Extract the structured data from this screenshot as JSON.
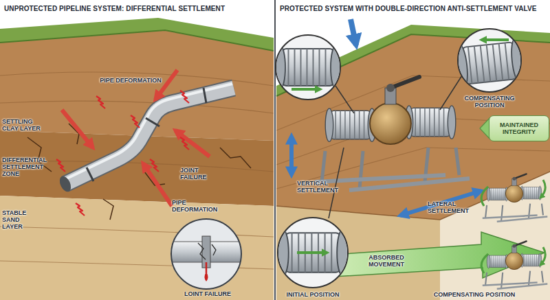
{
  "diagram": {
    "nodes": [
      {
        "text": [
          "UNPROTECTED PIPELINE SYSTEM: DIFFERENTIAL SETTLEMENT"
        ]
      },
      {
        "text": [
          "PROTECTED SYSTEM WITH DOUBLE-DIRECTION ANTI-SETTLEMENT VALVE"
        ]
      },
      {
        "text": [
          "LOINT FAILURE"
        ],
        "in": 0
      },
      {
        "text": [
          "MAINTAINED INTEGRITY"
        ],
        "in": 1
      }
    ],
    "labels": [
      "SETTLING CLAY LAYER",
      "DIFFERENTIAL SETTLEMENT ZONE",
      "STABLE SAND LAYER",
      "PIPE DEFORMATION",
      "JOINT FAILURE",
      "PIPE DEFORMATION",
      "COMPENSATING POSITION",
      "VERTICAL SETTLEMENT",
      "LATERAL SETTLEMENT",
      "ABSORBED MOVEMENT",
      "INITIAL POSITION",
      "COMPENSATING POSITION"
    ]
  }
}
